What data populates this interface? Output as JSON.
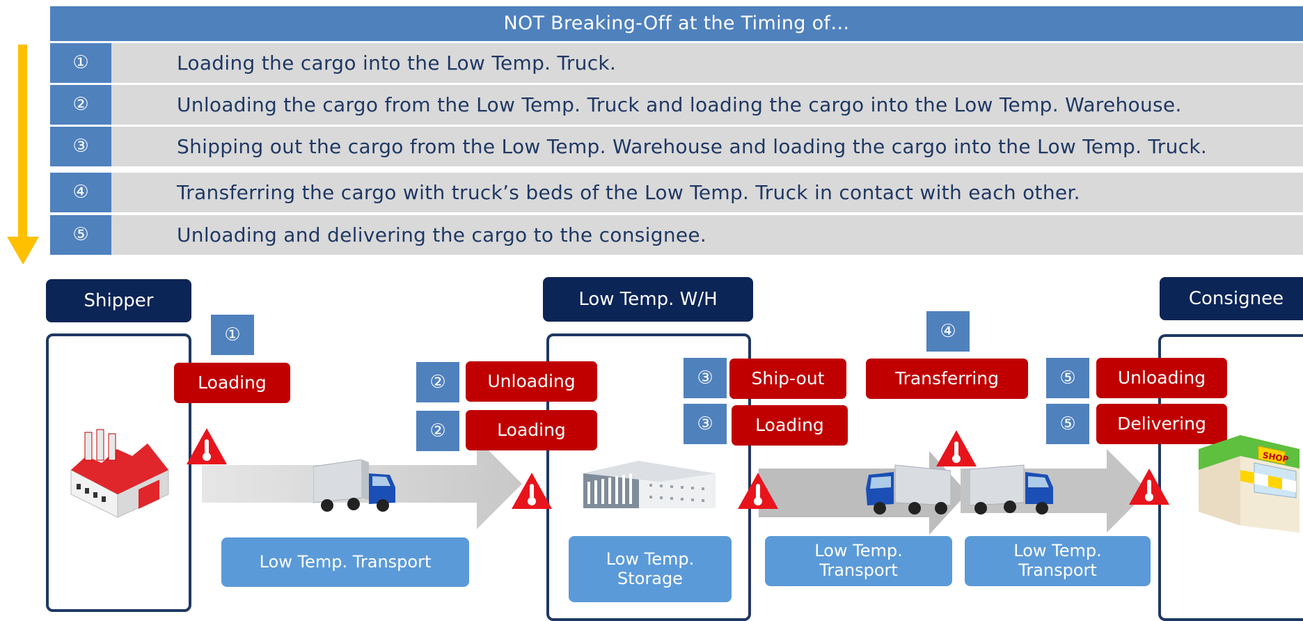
{
  "table": {
    "header": "NOT Breaking-Off at the Timing of…",
    "rows": [
      {
        "num": "①",
        "text": "Loading the cargo into the Low Temp. Truck."
      },
      {
        "num": "②",
        "text": "Unloading the cargo from the Low Temp. Truck and loading the cargo into the Low Temp. Warehouse."
      },
      {
        "num": "③",
        "text": "Shipping out the cargo from the Low Temp. Warehouse and loading the cargo into the Low Temp. Truck."
      },
      {
        "num": "④",
        "text": "Transferring the cargo with truck’s beds of the Low Temp. Truck in contact with each other."
      },
      {
        "num": "⑤",
        "text": "Unloading and delivering the cargo to the consignee."
      }
    ]
  },
  "nodes": {
    "shipper": "Shipper",
    "warehouse": "Low Temp. W/H",
    "consignee": "Consignee"
  },
  "steps": {
    "n1": "①",
    "n2a": "②",
    "n2b": "②",
    "n3a": "③",
    "n3b": "③",
    "n4": "④",
    "n5a": "⑤",
    "n5b": "⑤"
  },
  "tags": {
    "loading1": "Loading",
    "unloading2": "Unloading",
    "loading2": "Loading",
    "shipout3": "Ship-out",
    "loading3": "Loading",
    "transferring4": "Transferring",
    "unloading5": "Unloading",
    "delivering5": "Delivering"
  },
  "segments": {
    "transport1": "Low Temp. Transport",
    "storage_line1": "Low Temp.",
    "storage_line2": "Storage",
    "transport2_line1": "Low Temp.",
    "transport2_line2": "Transport",
    "transport3_line1": "Low Temp.",
    "transport3_line2": "Transport"
  },
  "colors": {
    "header_blue": "#4f81bd",
    "row_gray": "#d9d9d9",
    "navy": "#0c2557",
    "red": "#c00000",
    "light_blue": "#5b9ad8",
    "timeline_arrow": "#ffc000",
    "warning_red": "#e8141c"
  },
  "icons": [
    "factory-icon",
    "truck-icon",
    "warehouse-icon",
    "shop-icon",
    "thermometer-warning-icon",
    "down-arrow-icon"
  ]
}
